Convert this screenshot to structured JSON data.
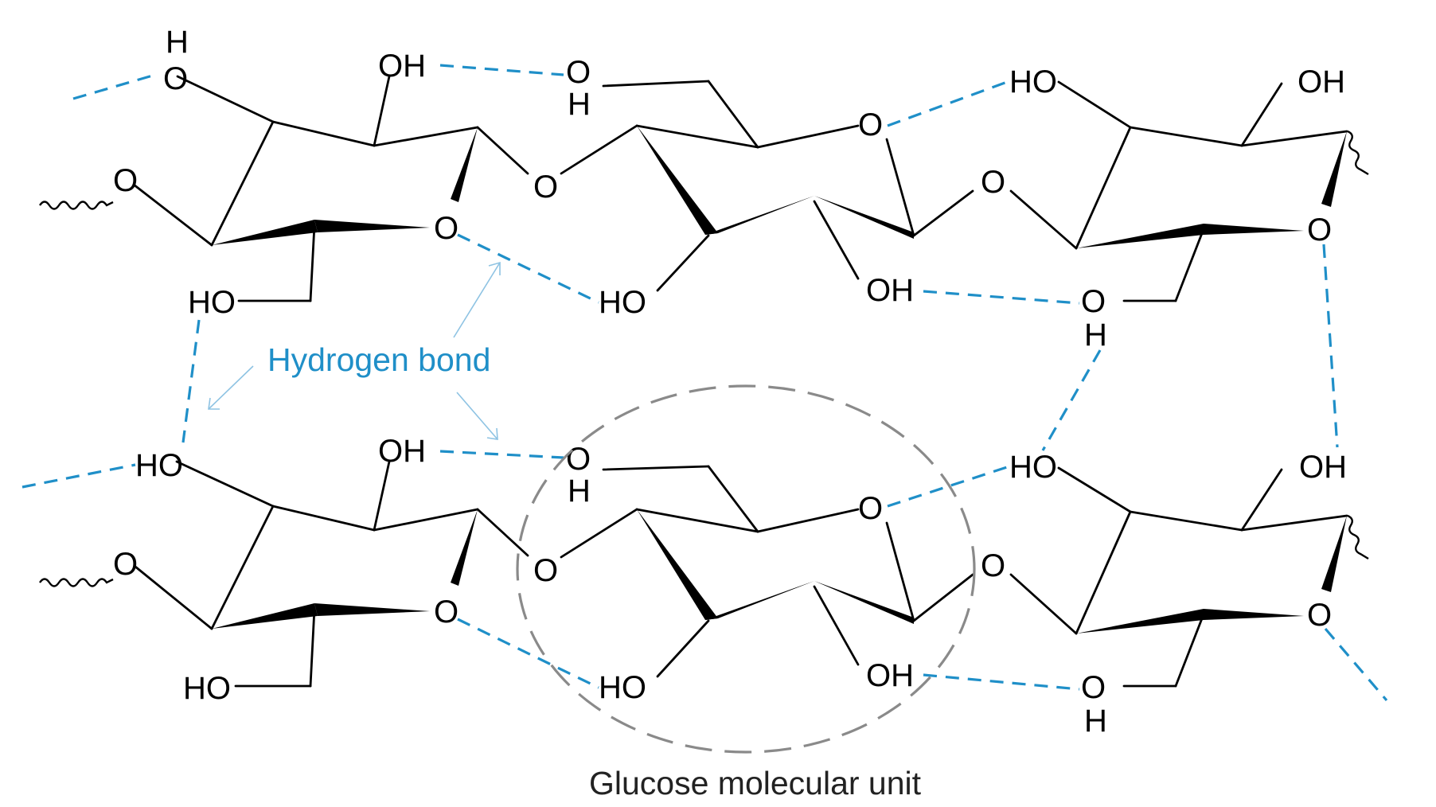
{
  "colors": {
    "bond": "#000000",
    "hydrogen_bond": "#1f8fc8",
    "annotation_arrow": "#8ec3e3",
    "unit_circle": "#8a8a8a"
  },
  "labels": {
    "hydrogen_bond": "Hydrogen bond",
    "glucose_unit": "Glucose molecular unit"
  },
  "atoms": {
    "oxygen": "O",
    "hydrogen": "H",
    "hydroxyl_right": "OH",
    "hydroxyl_left": "HO"
  },
  "chains": [
    {
      "name": "upper-cellulose-chain",
      "glucose_units": 3
    },
    {
      "name": "lower-cellulose-chain",
      "glucose_units": 3
    }
  ]
}
